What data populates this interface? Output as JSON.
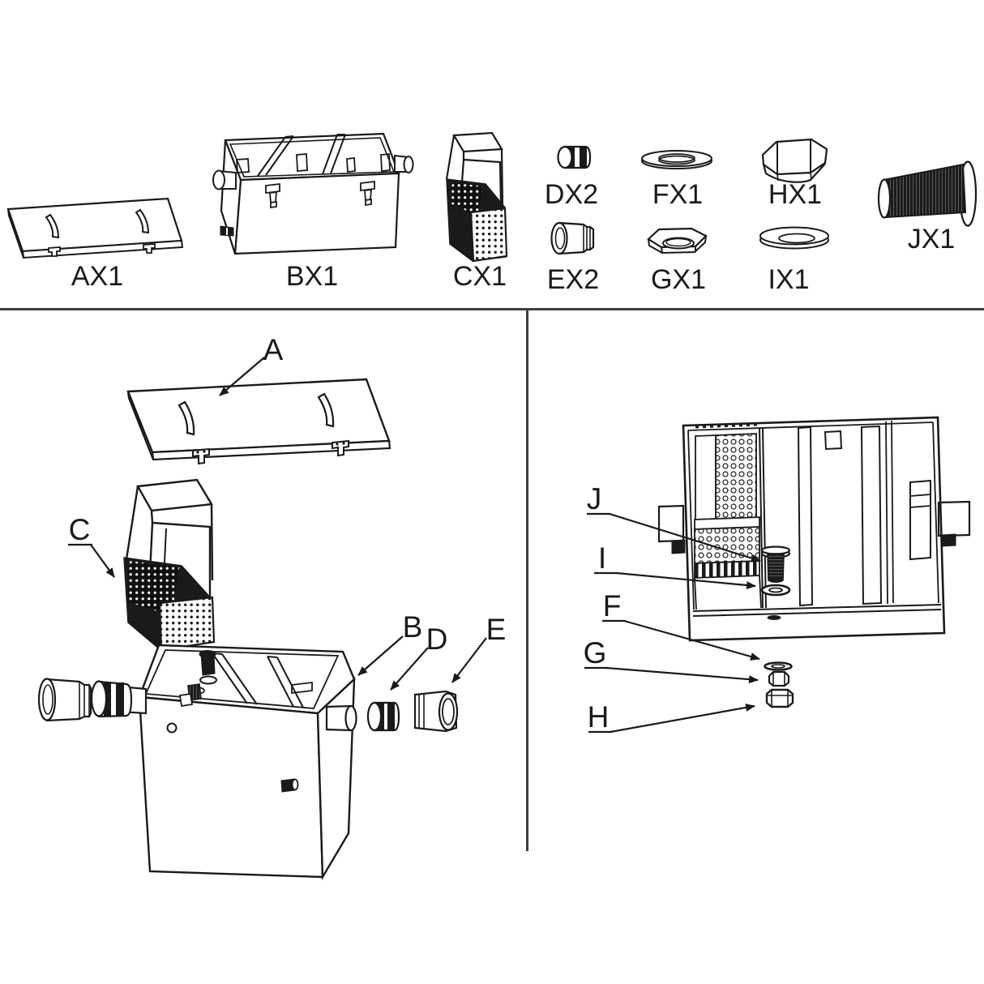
{
  "colors": {
    "ink": "#1a1a1a",
    "divider": "#3f3f3f",
    "background": "#ffffff"
  },
  "parts_table": {
    "ax1": "AX1",
    "bx1": "BX1",
    "cx1": "CX1",
    "dx2": "DX2",
    "ex2": "EX2",
    "fx1": "FX1",
    "gx1": "GX1",
    "hx1": "HX1",
    "ix1": "IX1",
    "jx1": "JX1"
  },
  "exploded_view_callouts": {
    "a": "A",
    "b": "B",
    "c": "C",
    "d": "D",
    "e": "E"
  },
  "assembled_view_callouts": {
    "f": "F",
    "g": "G",
    "h": "H",
    "i": "I",
    "j": "J"
  }
}
